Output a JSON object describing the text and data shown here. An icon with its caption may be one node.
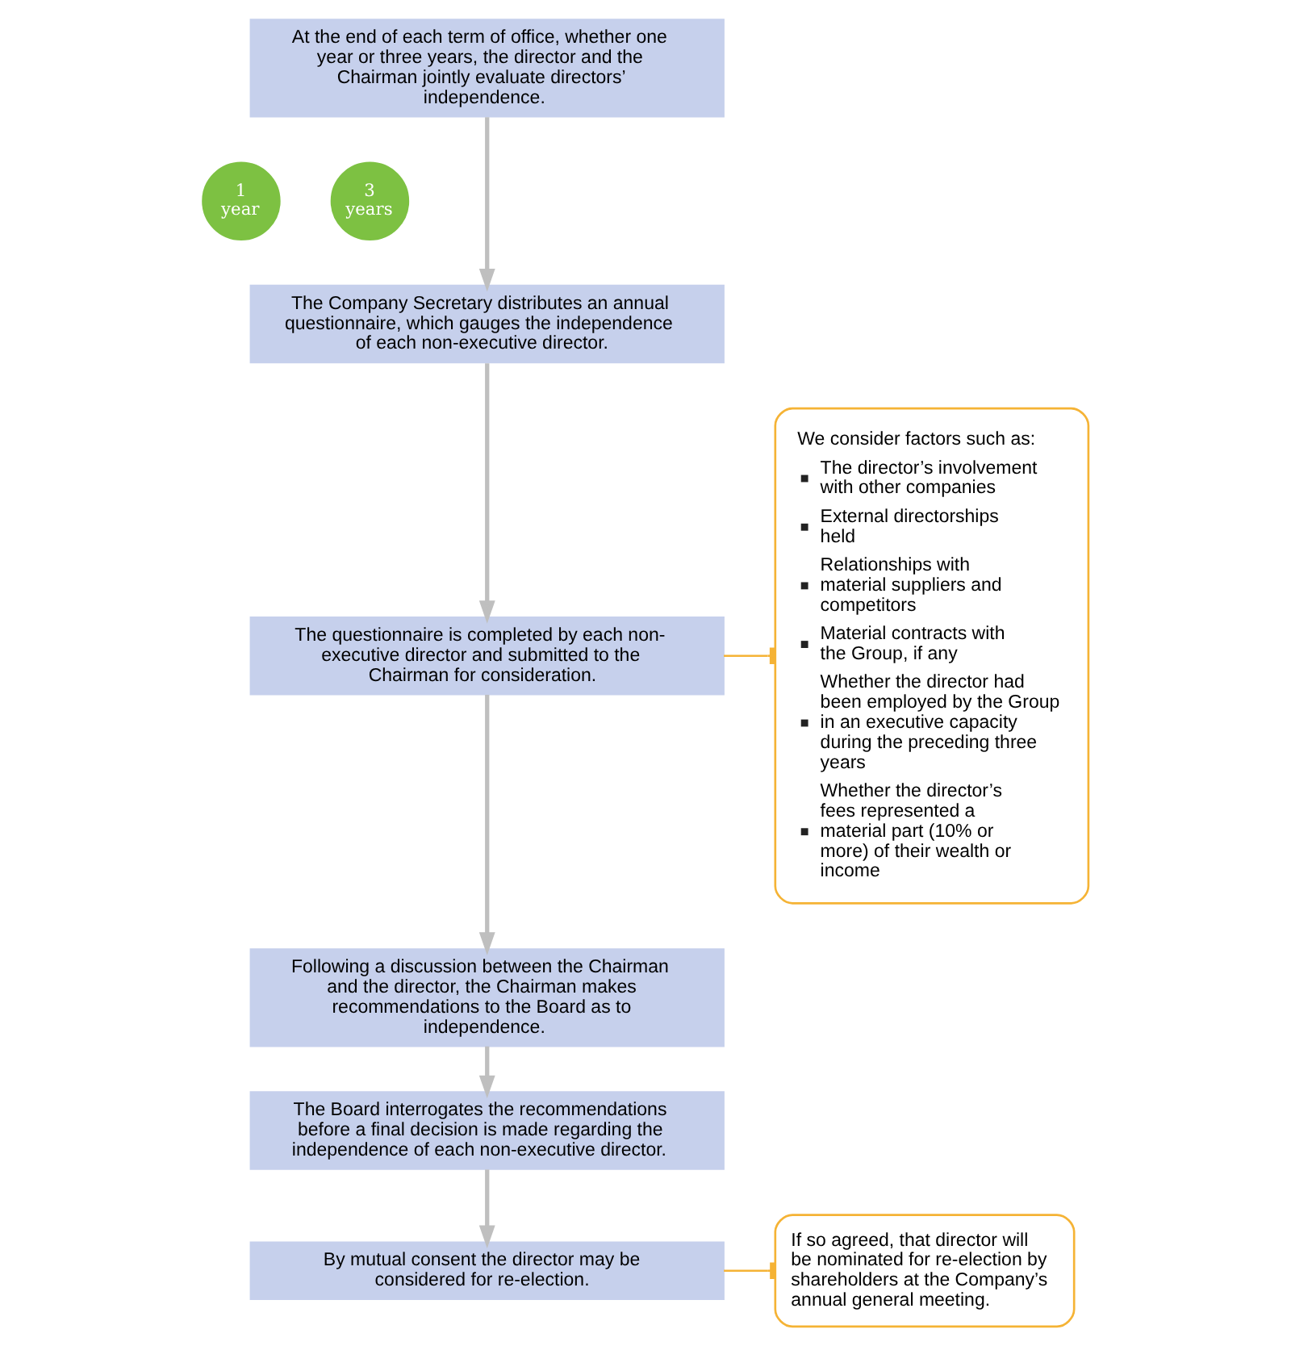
{
  "diagram": {
    "nodes": [
      {
        "text": [
          "At the end of each term of office, whether one year or three years, the director and the Chairman jointly evaluate directors’ independence."
        ]
      },
      {
        "text": [
          "1 year"
        ]
      },
      {
        "text": [
          "3 years"
        ]
      },
      {
        "text": [
          "The Company Secretary distributes an annual questionnaire, which gauges the independence of each non-executive director."
        ]
      },
      {
        "text": [
          "The questionnaire is completed by each non-executive director and submitted to the Chairman for consideration."
        ]
      },
      {
        "text": [
          "Following a discussion between the Chairman and the director, the Chairman makes recommendations to the Board as to independence."
        ]
      },
      {
        "text": [
          "The Board interrogates the recommendations before a final decision is made regarding the independence of each non-executive director."
        ]
      },
      {
        "text": [
          "By mutual consent the director may be considered for re-election."
        ]
      },
      {
        "text": [
          "We consider factors such as:",
          "The director’s involvement with other companies",
          "External directorships held",
          "Relationships with material suppliers and competitors",
          "Material contracts with the Group, if any",
          "Whether the director had been employed by the Group in an executive capacity during the preceding three years",
          "Whether the director’s fees represented a material part (10% or more) of their wealth or income"
        ]
      },
      {
        "text": [
          "If so agreed, that director will be nominated for re-election by shareholders at the Company’s annual general meeting."
        ]
      }
    ],
    "edges": [
      {
        "from": 0,
        "to": 3,
        "arrow": "to"
      },
      {
        "from": 3,
        "to": 4,
        "arrow": "to"
      },
      {
        "from": 4,
        "to": 5,
        "arrow": "to"
      },
      {
        "from": 5,
        "to": 6,
        "arrow": "to"
      },
      {
        "from": 6,
        "to": 7,
        "arrow": "to"
      },
      {
        "from": 4,
        "to": 8,
        "arrow": "other",
        "color": "#f5b335"
      },
      {
        "from": 7,
        "to": 9,
        "arrow": "other",
        "color": "#f5b335"
      }
    ]
  }
}
